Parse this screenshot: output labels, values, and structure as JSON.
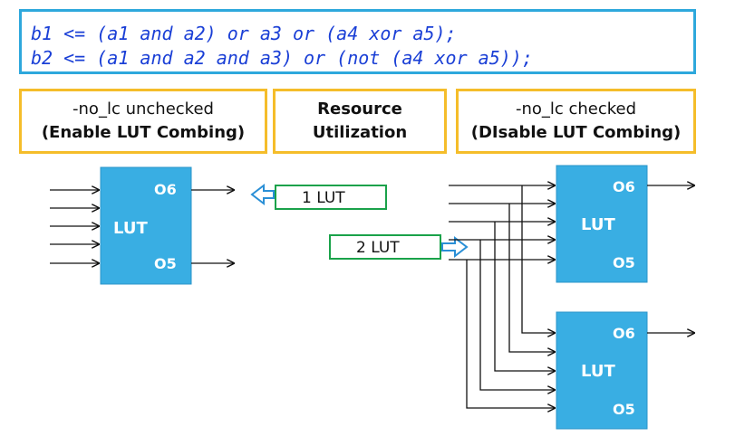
{
  "code": {
    "line1": "b1 <= (a1 and a2) or a3 or (a4 xor a5);",
    "line2": "b2 <= (a1 and a2 and a3) or (not (a4 xor a5));"
  },
  "headers": {
    "left": {
      "line1": "-no_lc unchecked",
      "line2": "(Enable LUT Combing)"
    },
    "middle": {
      "line1": "Resource",
      "line2": "Utilization"
    },
    "right": {
      "line1": "-no_lc checked",
      "line2": "(DIsable LUT Combing)"
    }
  },
  "lut": {
    "name": "LUT",
    "out_top": "O6",
    "out_bottom": "O5"
  },
  "utilization": {
    "left": "1  LUT",
    "right": "2  LUT"
  },
  "colors": {
    "code_border": "#2ea8dc",
    "header_border": "#f5bd2a",
    "lut_fill": "#39aee3",
    "util_border": "#1aa24a",
    "arrow_blue": "#2a8fd6"
  }
}
